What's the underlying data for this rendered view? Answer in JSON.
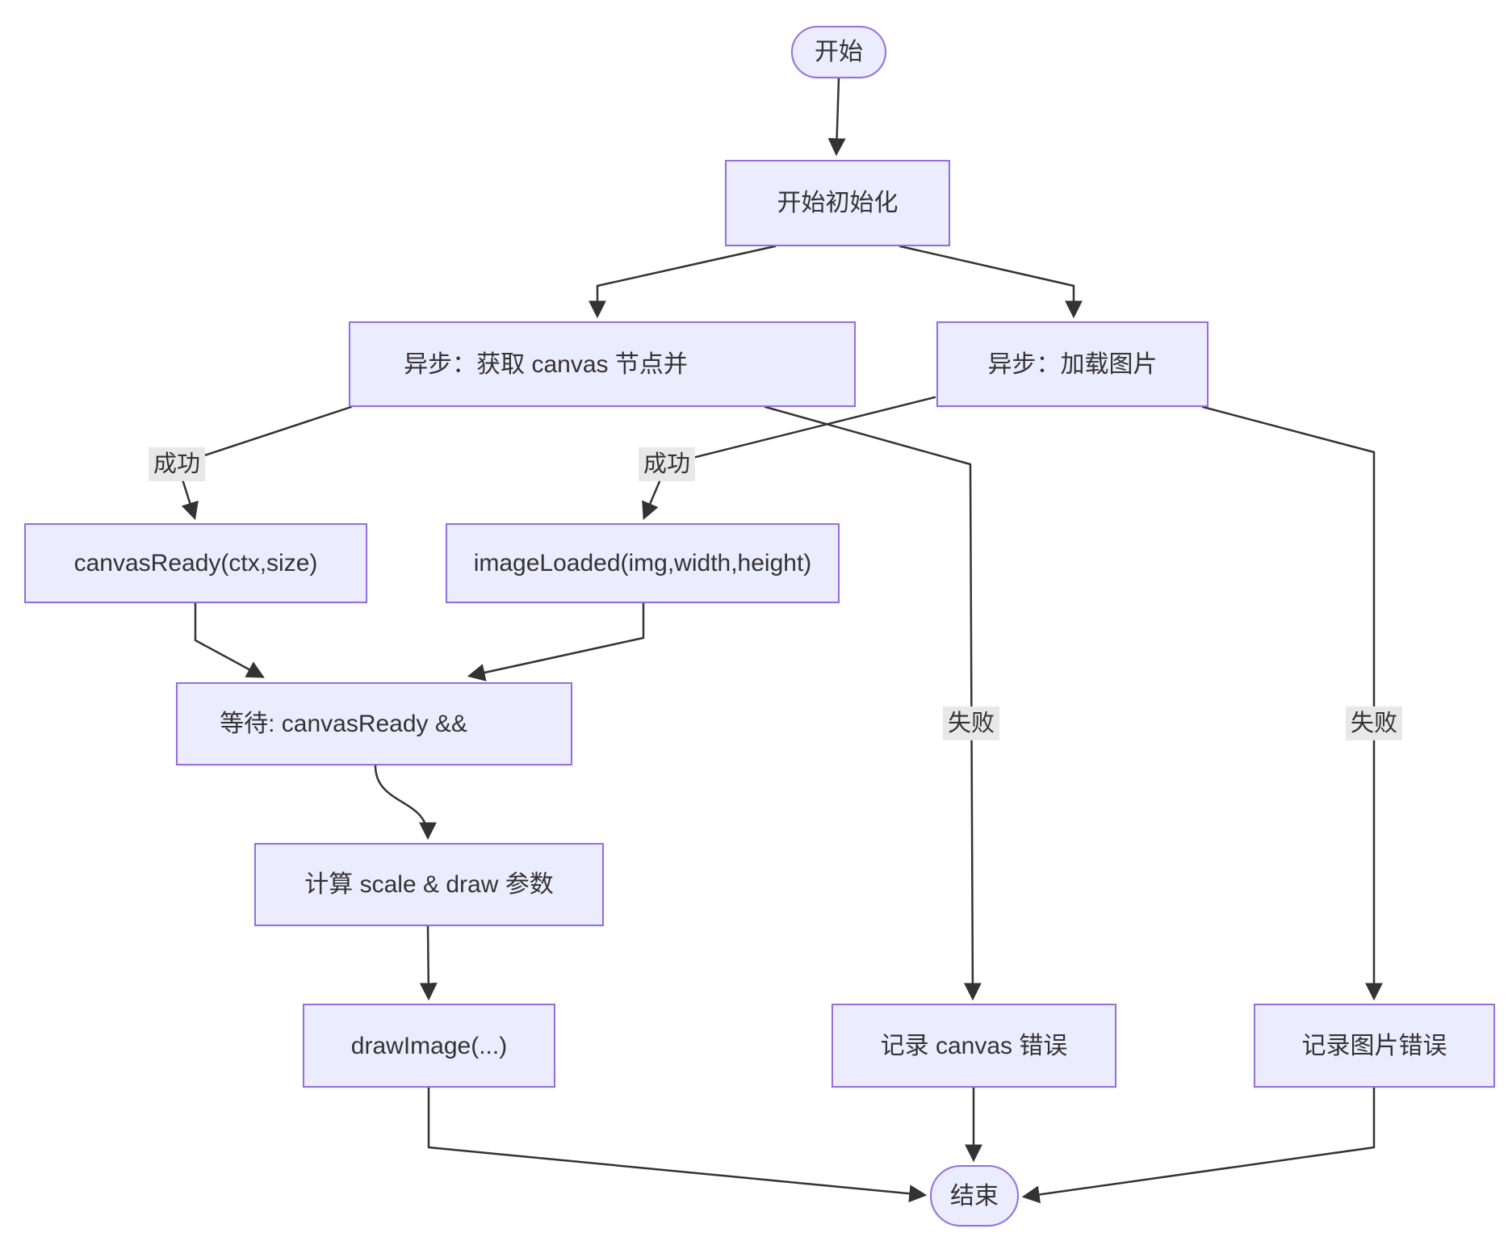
{
  "diagram": {
    "type": "flowchart",
    "colors": {
      "node_fill": "#ECECFF",
      "node_border": "#9370DB",
      "edge_color": "#333333",
      "label_bg": "#e8e8e8",
      "text_color": "#333333",
      "bg": "#ffffff"
    },
    "nodes": {
      "start": "开始",
      "init": "开始初始化",
      "async_canvas": "异步：获取 canvas 节点并",
      "async_image": "异步：加载图片",
      "canvas_ready": "canvasReady(ctx,size)",
      "image_loaded": "imageLoaded(img,width,height)",
      "wait": "等待: canvasReady &&",
      "calc": "计算 scale & draw 参数",
      "draw": "drawImage(...)",
      "canvas_error": "记录 canvas 错误",
      "image_error": "记录图片错误",
      "end": "结束"
    },
    "edge_labels": {
      "success_canvas": "成功",
      "success_image": "成功",
      "fail_canvas": "失败",
      "fail_image": "失败"
    }
  }
}
